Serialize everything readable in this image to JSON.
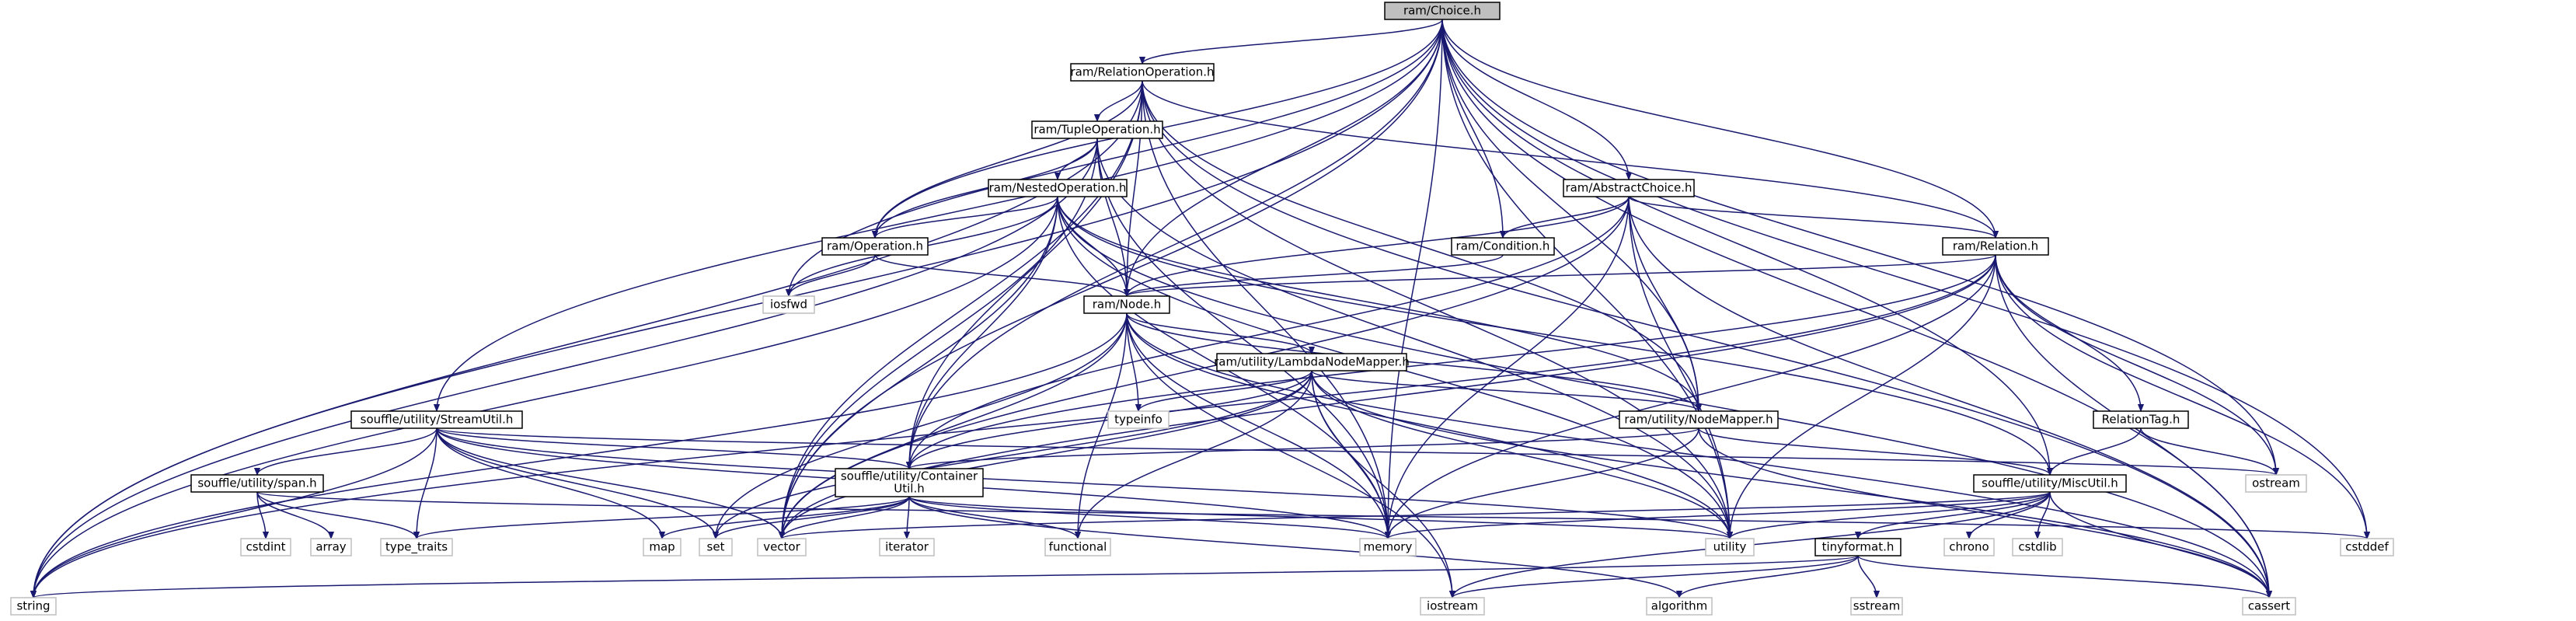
{
  "graph": {
    "root": "ram/Choice.h",
    "nodes": [
      {
        "id": "choice",
        "label": "ram/Choice.h",
        "kind": "root"
      },
      {
        "id": "relop",
        "label": "ram/RelationOperation.h",
        "kind": "internal"
      },
      {
        "id": "tupleop",
        "label": "ram/TupleOperation.h",
        "kind": "internal"
      },
      {
        "id": "nestedop",
        "label": "ram/NestedOperation.h",
        "kind": "internal"
      },
      {
        "id": "operation",
        "label": "ram/Operation.h",
        "kind": "internal"
      },
      {
        "id": "node",
        "label": "ram/Node.h",
        "kind": "internal"
      },
      {
        "id": "lambda",
        "label": "ram/utility/LambdaNodeMapper.h",
        "kind": "internal"
      },
      {
        "id": "nodemapper",
        "label": "ram/utility/NodeMapper.h",
        "kind": "internal"
      },
      {
        "id": "abschoice",
        "label": "ram/AbstractChoice.h",
        "kind": "internal"
      },
      {
        "id": "condition",
        "label": "ram/Condition.h",
        "kind": "internal"
      },
      {
        "id": "relation",
        "label": "ram/Relation.h",
        "kind": "internal"
      },
      {
        "id": "relationtag",
        "label": "RelationTag.h",
        "kind": "internal"
      },
      {
        "id": "streamutil",
        "label": "souffle/utility/StreamUtil.h",
        "kind": "internal"
      },
      {
        "id": "span",
        "label": "souffle/utility/span.h",
        "kind": "internal"
      },
      {
        "id": "container",
        "label": [
          "souffle/utility/Container",
          "Util.h"
        ],
        "kind": "internal"
      },
      {
        "id": "miscutil",
        "label": "souffle/utility/MiscUtil.h",
        "kind": "internal"
      },
      {
        "id": "tinyformat",
        "label": "tinyformat.h",
        "kind": "internal"
      },
      {
        "id": "iosfwd",
        "label": "iosfwd",
        "kind": "external"
      },
      {
        "id": "typeinfo",
        "label": "typeinfo",
        "kind": "external"
      },
      {
        "id": "ostream",
        "label": "ostream",
        "kind": "external"
      },
      {
        "id": "cstdint",
        "label": "cstdint",
        "kind": "external"
      },
      {
        "id": "array",
        "label": "array",
        "kind": "external"
      },
      {
        "id": "type_traits",
        "label": "type_traits",
        "kind": "external"
      },
      {
        "id": "map",
        "label": "map",
        "kind": "external"
      },
      {
        "id": "set",
        "label": "set",
        "kind": "external"
      },
      {
        "id": "vector",
        "label": "vector",
        "kind": "external"
      },
      {
        "id": "iterator",
        "label": "iterator",
        "kind": "external"
      },
      {
        "id": "functional",
        "label": "functional",
        "kind": "external"
      },
      {
        "id": "memory",
        "label": "memory",
        "kind": "external"
      },
      {
        "id": "utility",
        "label": "utility",
        "kind": "external"
      },
      {
        "id": "chrono",
        "label": "chrono",
        "kind": "external"
      },
      {
        "id": "cstdlib",
        "label": "cstdlib",
        "kind": "external"
      },
      {
        "id": "cstddef",
        "label": "cstddef",
        "kind": "external"
      },
      {
        "id": "string",
        "label": "string",
        "kind": "external"
      },
      {
        "id": "iostream",
        "label": "iostream",
        "kind": "external"
      },
      {
        "id": "algorithm",
        "label": "algorithm",
        "kind": "external"
      },
      {
        "id": "sstream",
        "label": "sstream",
        "kind": "external"
      },
      {
        "id": "cassert",
        "label": "cassert",
        "kind": "external"
      }
    ],
    "edges": [
      [
        "choice",
        "relop"
      ],
      [
        "choice",
        "operation"
      ],
      [
        "choice",
        "node"
      ],
      [
        "choice",
        "condition"
      ],
      [
        "choice",
        "abschoice"
      ],
      [
        "choice",
        "relation"
      ],
      [
        "choice",
        "nodemapper"
      ],
      [
        "choice",
        "streamutil"
      ],
      [
        "choice",
        "string"
      ],
      [
        "choice",
        "vector"
      ],
      [
        "choice",
        "memory"
      ],
      [
        "choice",
        "utility"
      ],
      [
        "choice",
        "iosfwd"
      ],
      [
        "choice",
        "ostream"
      ],
      [
        "choice",
        "cstddef"
      ],
      [
        "choice",
        "cassert"
      ],
      [
        "choice",
        "miscutil"
      ],
      [
        "choice",
        "container"
      ],
      [
        "relop",
        "tupleop"
      ],
      [
        "relop",
        "operation"
      ],
      [
        "relop",
        "node"
      ],
      [
        "relop",
        "relation"
      ],
      [
        "relop",
        "nodemapper"
      ],
      [
        "relop",
        "string"
      ],
      [
        "relop",
        "vector"
      ],
      [
        "relop",
        "memory"
      ],
      [
        "relop",
        "utility"
      ],
      [
        "relop",
        "cassert"
      ],
      [
        "relop",
        "container"
      ],
      [
        "tupleop",
        "nestedop"
      ],
      [
        "tupleop",
        "operation"
      ],
      [
        "tupleop",
        "node"
      ],
      [
        "tupleop",
        "string"
      ],
      [
        "tupleop",
        "vector"
      ],
      [
        "tupleop",
        "memory"
      ],
      [
        "tupleop",
        "utility"
      ],
      [
        "nestedop",
        "operation"
      ],
      [
        "nestedop",
        "node"
      ],
      [
        "nestedop",
        "nodemapper"
      ],
      [
        "nestedop",
        "container"
      ],
      [
        "nestedop",
        "miscutil"
      ],
      [
        "nestedop",
        "iosfwd"
      ],
      [
        "nestedop",
        "memory"
      ],
      [
        "nestedop",
        "vector"
      ],
      [
        "nestedop",
        "string"
      ],
      [
        "nestedop",
        "utility"
      ],
      [
        "nestedop",
        "cassert"
      ],
      [
        "operation",
        "node"
      ],
      [
        "operation",
        "iosfwd"
      ],
      [
        "node",
        "lambda"
      ],
      [
        "node",
        "nodemapper"
      ],
      [
        "node",
        "typeinfo"
      ],
      [
        "node",
        "functional"
      ],
      [
        "node",
        "memory"
      ],
      [
        "node",
        "vector"
      ],
      [
        "node",
        "utility"
      ],
      [
        "node",
        "iostream"
      ],
      [
        "node",
        "cassert"
      ],
      [
        "node",
        "string"
      ],
      [
        "node",
        "set"
      ],
      [
        "lambda",
        "nodemapper"
      ],
      [
        "lambda",
        "typeinfo"
      ],
      [
        "lambda",
        "functional"
      ],
      [
        "lambda",
        "memory"
      ],
      [
        "lambda",
        "utility"
      ],
      [
        "lambda",
        "iostream"
      ],
      [
        "lambda",
        "cassert"
      ],
      [
        "lambda",
        "vector"
      ],
      [
        "lambda",
        "container"
      ],
      [
        "lambda",
        "set"
      ],
      [
        "nodemapper",
        "container"
      ],
      [
        "nodemapper",
        "miscutil"
      ],
      [
        "nodemapper",
        "memory"
      ],
      [
        "nodemapper",
        "cassert"
      ],
      [
        "abschoice",
        "condition"
      ],
      [
        "abschoice",
        "node"
      ],
      [
        "abschoice",
        "nodemapper"
      ],
      [
        "abschoice",
        "container"
      ],
      [
        "abschoice",
        "vector"
      ],
      [
        "abschoice",
        "memory"
      ],
      [
        "abschoice",
        "utility"
      ],
      [
        "abschoice",
        "cassert"
      ],
      [
        "abschoice",
        "relation"
      ],
      [
        "condition",
        "node"
      ],
      [
        "relation",
        "node"
      ],
      [
        "relation",
        "relationtag"
      ],
      [
        "relation",
        "container"
      ],
      [
        "relation",
        "ostream"
      ],
      [
        "relation",
        "cassert"
      ],
      [
        "relation",
        "memory"
      ],
      [
        "relation",
        "utility"
      ],
      [
        "relation",
        "string"
      ],
      [
        "relation",
        "cstddef"
      ],
      [
        "relation",
        "vector"
      ],
      [
        "relationtag",
        "miscutil"
      ],
      [
        "relationtag",
        "ostream"
      ],
      [
        "streamutil",
        "span"
      ],
      [
        "streamutil",
        "container"
      ],
      [
        "streamutil",
        "type_traits"
      ],
      [
        "streamutil",
        "map"
      ],
      [
        "streamutil",
        "set"
      ],
      [
        "streamutil",
        "vector"
      ],
      [
        "streamutil",
        "memory"
      ],
      [
        "streamutil",
        "utility"
      ],
      [
        "streamutil",
        "ostream"
      ],
      [
        "streamutil",
        "string"
      ],
      [
        "span",
        "cstdint"
      ],
      [
        "span",
        "array"
      ],
      [
        "span",
        "type_traits"
      ],
      [
        "span",
        "cstddef"
      ],
      [
        "container",
        "type_traits"
      ],
      [
        "container",
        "map"
      ],
      [
        "container",
        "set"
      ],
      [
        "container",
        "vector"
      ],
      [
        "container",
        "iterator"
      ],
      [
        "container",
        "functional"
      ],
      [
        "container",
        "memory"
      ],
      [
        "container",
        "utility"
      ],
      [
        "container",
        "algorithm"
      ],
      [
        "miscutil",
        "tinyformat"
      ],
      [
        "miscutil",
        "chrono"
      ],
      [
        "miscutil",
        "cstdlib"
      ],
      [
        "miscutil",
        "cassert"
      ],
      [
        "miscutil",
        "memory"
      ],
      [
        "miscutil",
        "utility"
      ],
      [
        "miscutil",
        "iostream"
      ],
      [
        "miscutil",
        "vector"
      ],
      [
        "tinyformat",
        "iostream"
      ],
      [
        "tinyformat",
        "algorithm"
      ],
      [
        "tinyformat",
        "sstream"
      ],
      [
        "tinyformat",
        "cassert"
      ],
      [
        "tinyformat",
        "string"
      ]
    ]
  },
  "colors": {
    "edge": "#191970",
    "root_fill": "#bfbfbf",
    "external_border": "#bfbfbf",
    "internal_border": "#000000"
  }
}
